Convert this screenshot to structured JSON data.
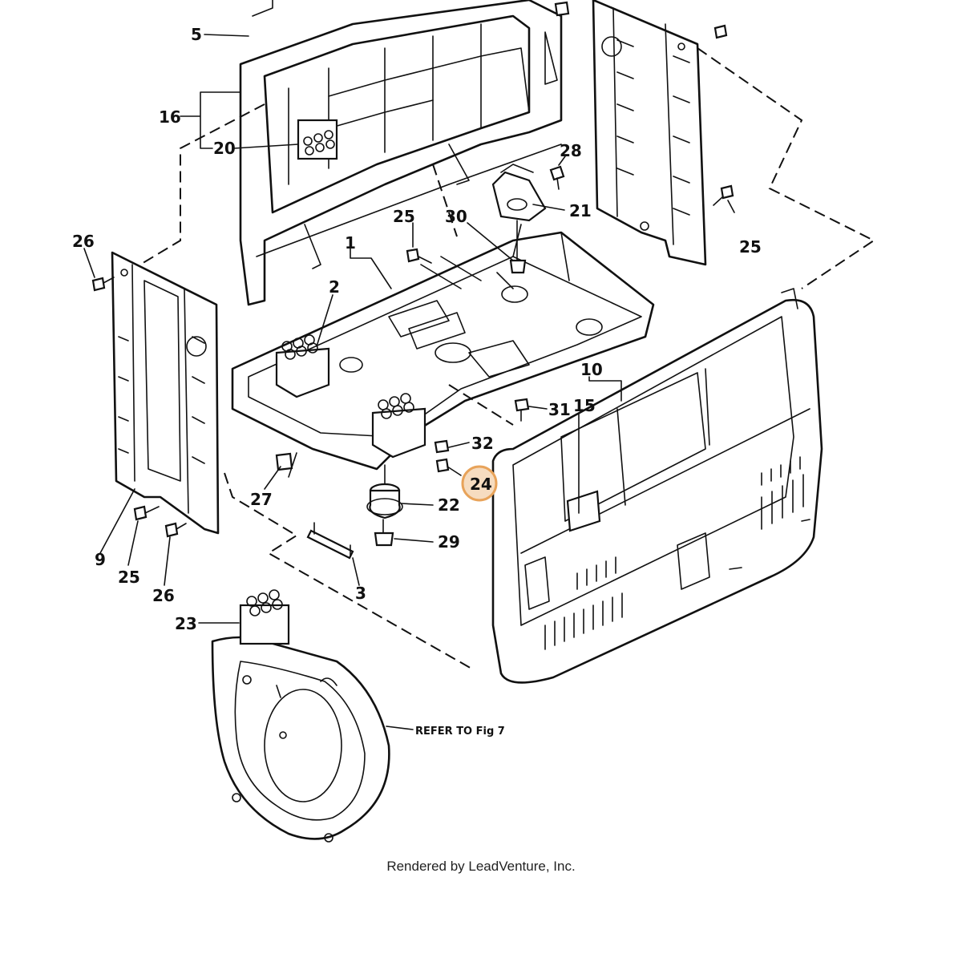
{
  "callouts": [
    {
      "id": "c5",
      "text": "5"
    },
    {
      "id": "c16",
      "text": "16"
    },
    {
      "id": "c20",
      "text": "20"
    },
    {
      "id": "c28",
      "text": "28"
    },
    {
      "id": "c21",
      "text": "21"
    },
    {
      "id": "c25a",
      "text": "25"
    },
    {
      "id": "c30",
      "text": "30"
    },
    {
      "id": "c25b",
      "text": "25"
    },
    {
      "id": "c26a",
      "text": "26"
    },
    {
      "id": "c1",
      "text": "1"
    },
    {
      "id": "c2",
      "text": "2"
    },
    {
      "id": "c10",
      "text": "10"
    },
    {
      "id": "c31",
      "text": "31"
    },
    {
      "id": "c15",
      "text": "15"
    },
    {
      "id": "c32",
      "text": "32"
    },
    {
      "id": "c24",
      "text": "24",
      "highlighted": true
    },
    {
      "id": "c22",
      "text": "22"
    },
    {
      "id": "c27",
      "text": "27"
    },
    {
      "id": "c29",
      "text": "29"
    },
    {
      "id": "c9",
      "text": "9"
    },
    {
      "id": "c25c",
      "text": "25"
    },
    {
      "id": "c26b",
      "text": "26"
    },
    {
      "id": "c3",
      "text": "3"
    },
    {
      "id": "c23",
      "text": "23"
    }
  ],
  "reference_note": "REFER TO Fig 7",
  "footer": "Rendered by LeadVenture, Inc.",
  "colors": {
    "line": "#111111",
    "highlight_ring": "#e8a35a",
    "highlight_fill": "#f6dcc0",
    "background": "#ffffff"
  }
}
